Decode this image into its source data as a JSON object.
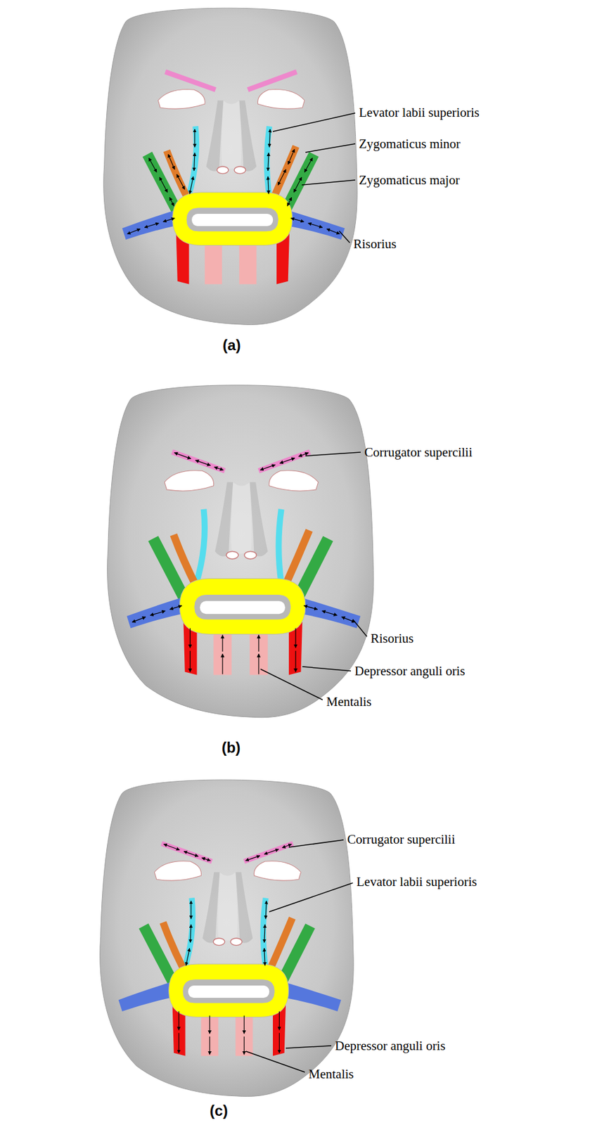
{
  "diagram": {
    "labels": [
      "Levator labii superioris",
      "Zygomaticus minor",
      "Zygomaticus major",
      "Risorius",
      "(a)",
      "Corrugator supercilii",
      "Risorius",
      "Depressor anguli oris",
      "Mentalis",
      "(b)",
      "Corrugator supercilii",
      "Levator labii superioris",
      "Depressor anguli oris",
      "Mentalis",
      "(c)"
    ]
  }
}
